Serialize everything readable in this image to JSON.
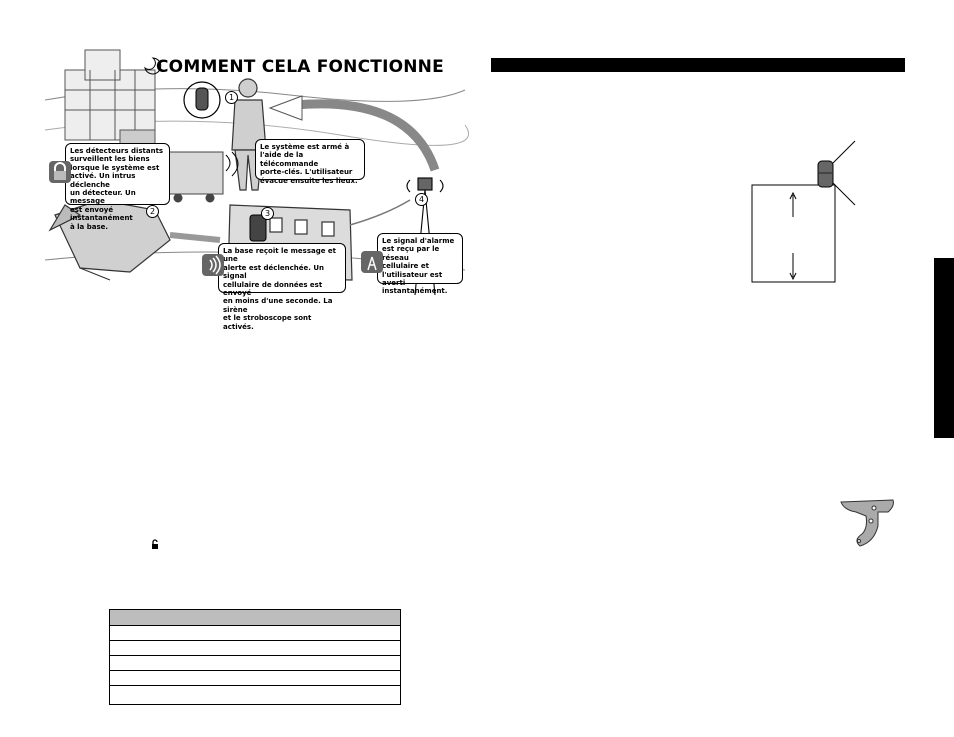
{
  "header": {
    "title": "COMMENT CELA FONCTIONNE"
  },
  "steps": [
    {
      "number": "1",
      "text": "Le système est armé à\nl'aide de la télécommande\nporte-clés. L'utilisateur\névacue ensuite les lieux."
    },
    {
      "number": "2",
      "text": "Les détecteurs distants\nsurveillent les biens\nlorsque le système est\nactivé. Un intrus déclenche\nun détecteur. Un message\nest envoyé instantanément\nà la base."
    },
    {
      "number": "3",
      "text": "La base reçoit le message et une\nalerte est déclenchée. Un signal\ncellulaire de données est envoyé\nen moins d'une seconde. La sirène\net le stroboscope sont activés."
    },
    {
      "number": "4",
      "text": "Le signal d'alarme\nest reçu par le réseau\ncellulaire et\nl'utilisateur est\naverti instantanément."
    }
  ],
  "icons": {
    "unlock": "unlock-icon",
    "lock": "lock-icon",
    "siren": "siren-icon",
    "tower": "cell-tower-icon"
  }
}
